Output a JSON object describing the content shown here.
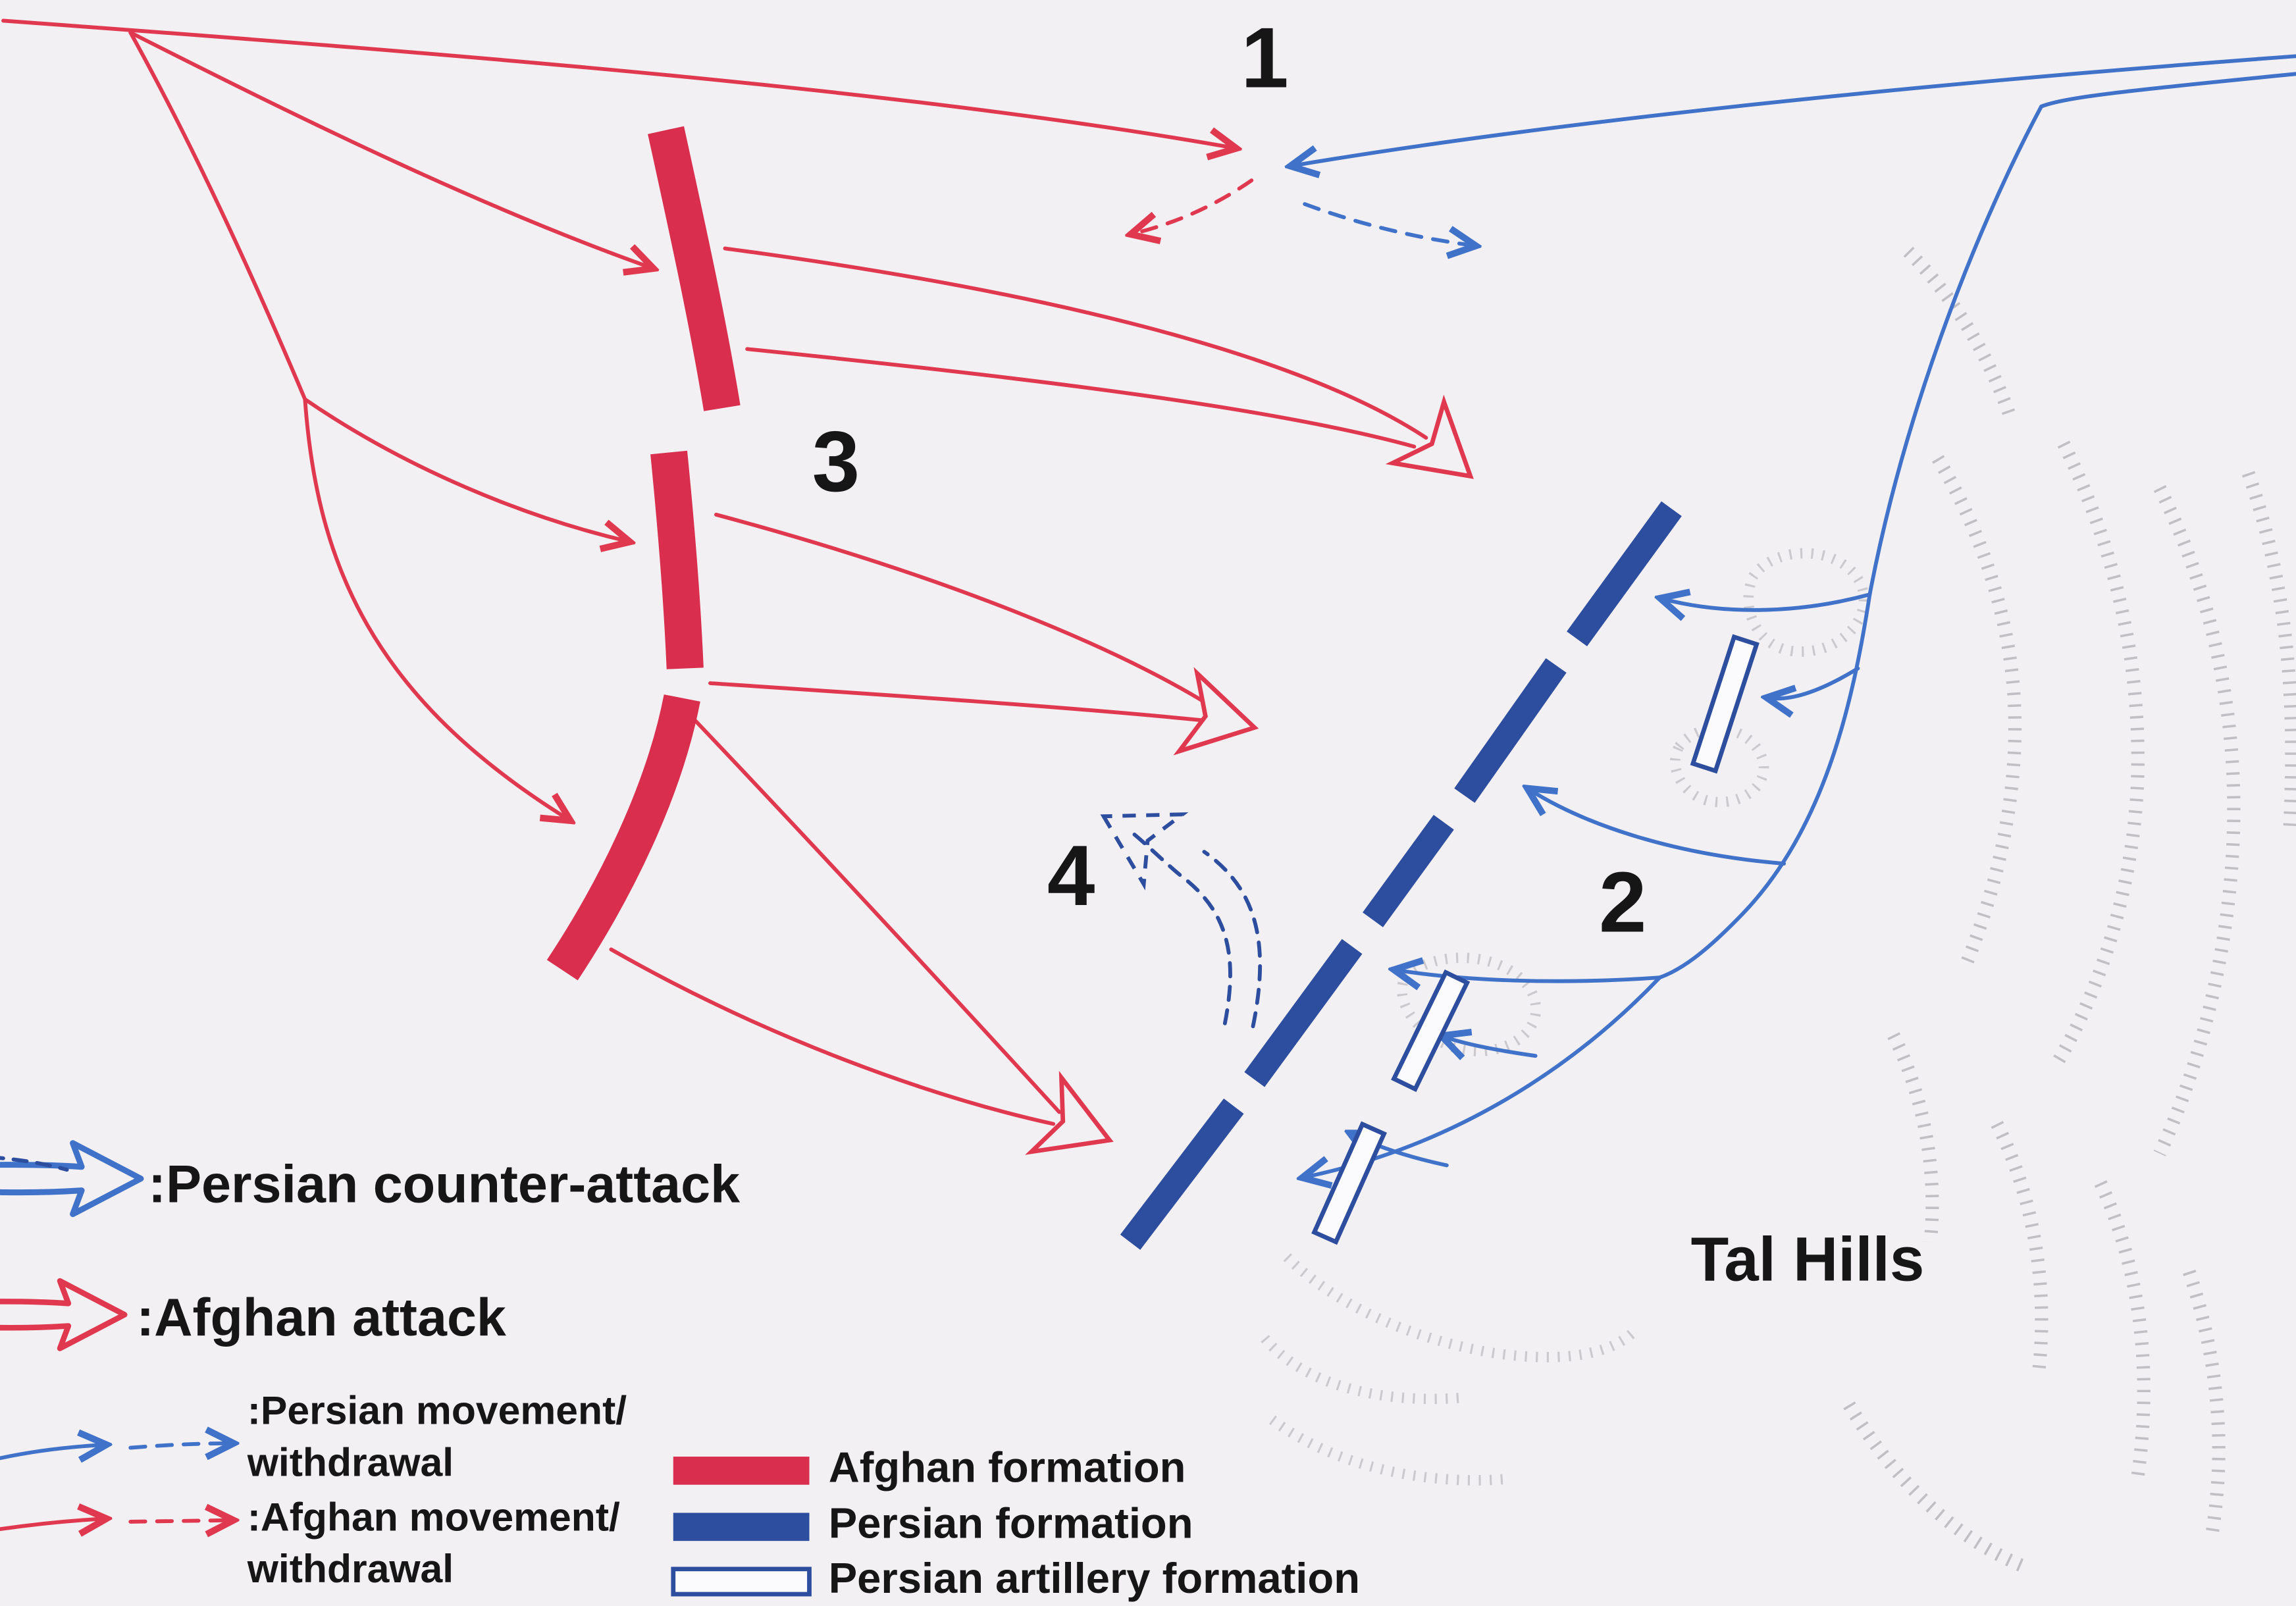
{
  "colors": {
    "paper": "#f2f0f3",
    "red": "#e0394f",
    "redbar": "#d92e4d",
    "blue": "#3f72c8",
    "bluebar": "#2d4d9e",
    "hills": "#b5b3b8",
    "ink": "#161616"
  },
  "map": {
    "marker_1": "1",
    "marker_2": "2",
    "marker_3": "3",
    "marker_4": "4",
    "tal_hills": "Tal Hills"
  },
  "legend": {
    "persian_counter": ":Persian counter-attack",
    "afghan_attack": ":Afghan attack",
    "persian_movement_line1": ":Persian movement/",
    "persian_movement_line2": "withdrawal",
    "afghan_movement_line1": ":Afghan movement/",
    "afghan_movement_line2": "withdrawal",
    "formations": [
      {
        "label": "Afghan formation",
        "type": "afghan"
      },
      {
        "label": "Persian formation",
        "type": "persian"
      },
      {
        "label": "Persian artillery formation",
        "type": "artillery"
      }
    ]
  }
}
